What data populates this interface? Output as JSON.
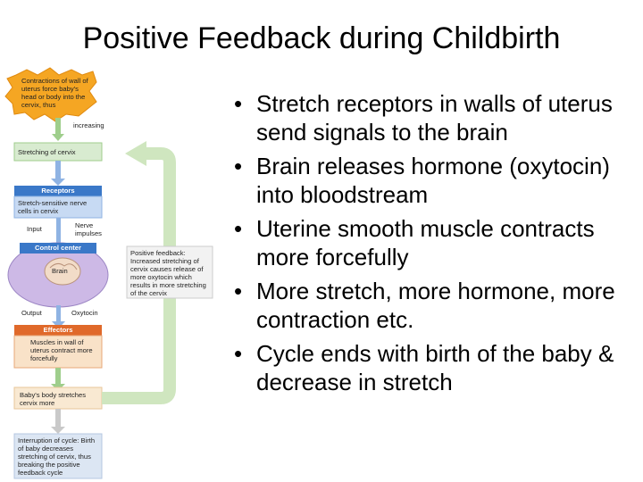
{
  "title": "Positive Feedback during Childbirth",
  "bullets": [
    "Stretch receptors in walls of uterus send signals to the brain",
    "Brain releases hormone (oxytocin) into bloodstream",
    "Uterine smooth muscle contracts more forcefully",
    "More stretch, more hormone, more contraction etc.",
    "Cycle ends with birth of the baby & decrease in stretch"
  ],
  "diagram": {
    "stimulus": "Contractions of wall of uterus force baby's head or body into the cervix, thus",
    "increasing": "increasing",
    "stretching": "Stretching of cervix",
    "receptors_title": "Receptors",
    "receptors_text": "Stretch-sensitive nerve cells in cervix",
    "input": "Input",
    "nerve_impulses": "Nerve impulses",
    "control_title": "Control center",
    "brain": "Brain",
    "output": "Output",
    "oxytocin": "Oxytocin",
    "effectors_title": "Effectors",
    "effectors_text": "Muscles in wall of uterus contract more forcefully",
    "baby_stretch": "Baby's body stretches cervix more",
    "interruption": "Interruption of cycle: Birth of baby decreases stretching of cervix, thus breaking the positive feedback cycle",
    "feedback_note": "Positive feedback: Increased stretching of cervix causes release of more oxytocin which results in more stretching of the cervix"
  },
  "colors": {
    "starburst": "#f5a623",
    "header_blue": "#3a78c8",
    "header_orange": "#e0692a",
    "green_arrow": "#cfe6bf",
    "blue_arrow": "#8fb3e3",
    "light_green_box": "#d8ebd0",
    "light_blue_box": "#c7daf3",
    "light_orange_box": "#f9e2c8",
    "brain_oval": "#cdb9e6"
  }
}
